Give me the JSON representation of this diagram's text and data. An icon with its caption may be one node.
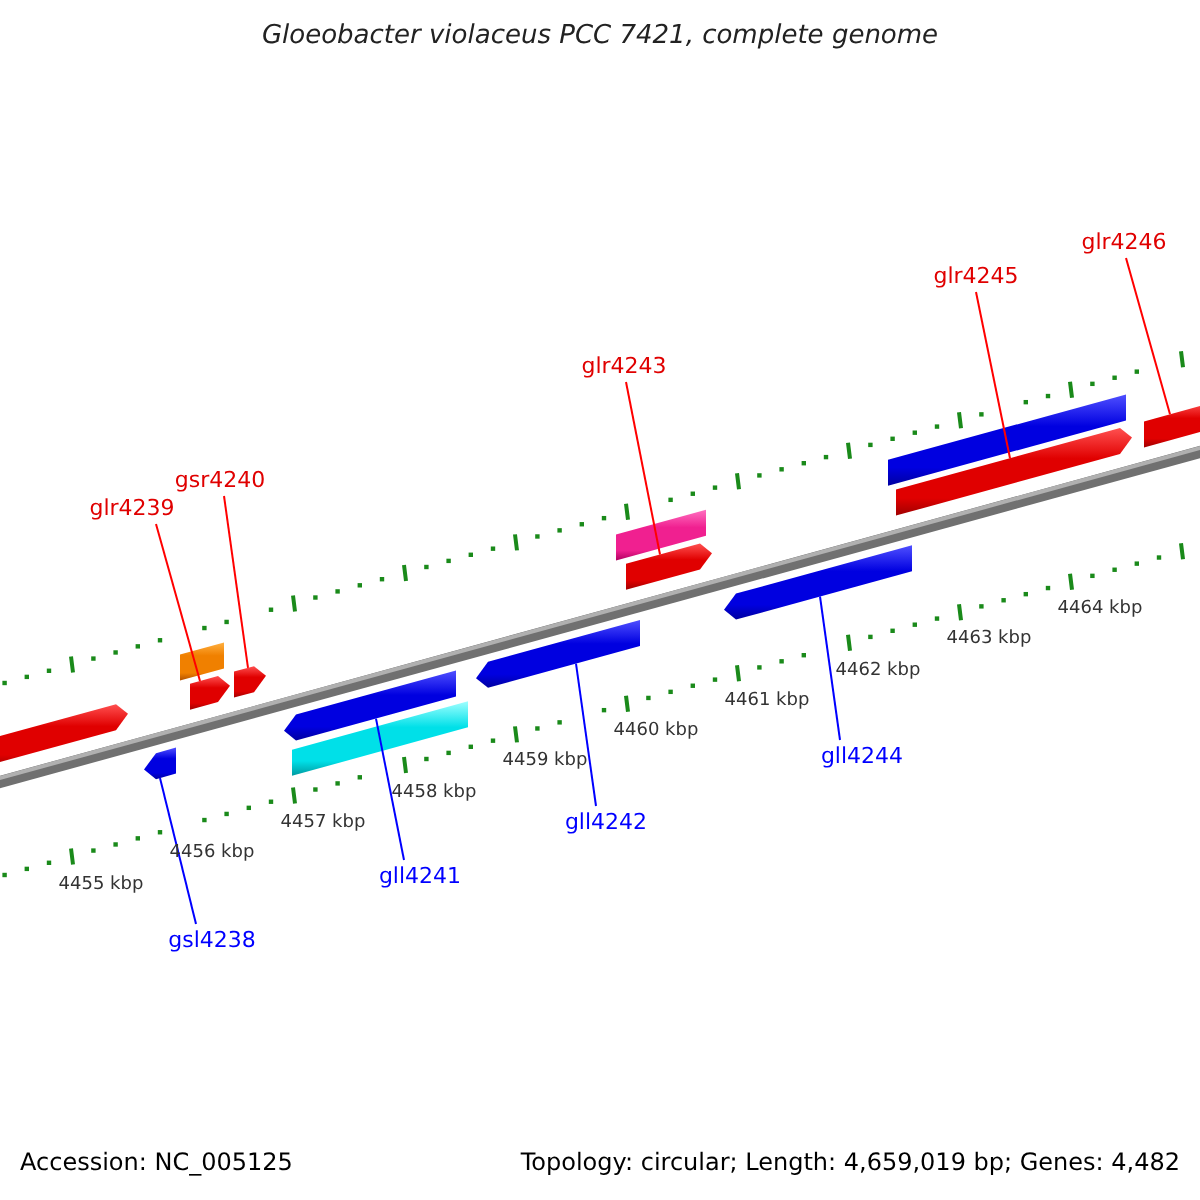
{
  "diagram": {
    "title": "Gloeobacter violaceus PCC 7421, complete genome",
    "nodes": [
      {
        "text": [
          "glr4239"
        ]
      },
      {
        "text": [
          "gsr4240"
        ]
      },
      {
        "text": [
          "glr4243"
        ]
      },
      {
        "text": [
          "glr4245"
        ]
      },
      {
        "text": [
          "glr4246"
        ]
      },
      {
        "text": [
          "gsl4238"
        ]
      },
      {
        "text": [
          "gll4241"
        ]
      },
      {
        "text": [
          "gll4242"
        ]
      },
      {
        "text": [
          "gll4244"
        ]
      },
      {
        "text": [],
        "shape": "arrow"
      },
      {
        "text": [],
        "shape": "arrow"
      },
      {
        "text": [],
        "shape": "bar"
      },
      {
        "text": [],
        "shape": "arrow"
      },
      {
        "text": [],
        "shape": "arrow"
      },
      {
        "text": [],
        "shape": "arrow"
      },
      {
        "text": [],
        "shape": "bar"
      },
      {
        "text": [],
        "shape": "arrow"
      },
      {
        "text": [],
        "shape": "bar"
      },
      {
        "text": [],
        "shape": "arrow"
      },
      {
        "text": [],
        "shape": "arrow"
      },
      {
        "text": [],
        "shape": "bar"
      },
      {
        "text": [],
        "shape": "arrow"
      },
      {
        "text": [],
        "shape": "arrow"
      }
    ],
    "edges": [
      {
        "from": 0,
        "to": 12,
        "arrow": "none"
      },
      {
        "from": 1,
        "to": 13,
        "arrow": "none"
      },
      {
        "from": 2,
        "to": 18,
        "arrow": "none"
      },
      {
        "from": 3,
        "to": 21,
        "arrow": "none"
      },
      {
        "from": 4,
        "to": 22,
        "arrow": "none"
      },
      {
        "from": 5,
        "to": 10,
        "arrow": "none",
        "color": "#0000ff"
      },
      {
        "from": 6,
        "to": 14,
        "arrow": "none",
        "color": "#0000ff"
      },
      {
        "from": 7,
        "to": 16,
        "arrow": "none",
        "color": "#0000ff"
      },
      {
        "from": 8,
        "to": 19,
        "arrow": "none",
        "color": "#0000ff"
      }
    ],
    "labels": [
      "4455 kbp",
      "4456 kbp",
      "4457 kbp",
      "4458 kbp",
      "4459 kbp",
      "4460 kbp",
      "4461 kbp",
      "4462 kbp",
      "4463 kbp",
      "4464 kbp",
      "Accession: NC_005125",
      "Topology: circular; Length: 4,659,019 bp; Genes: 4,482"
    ]
  }
}
